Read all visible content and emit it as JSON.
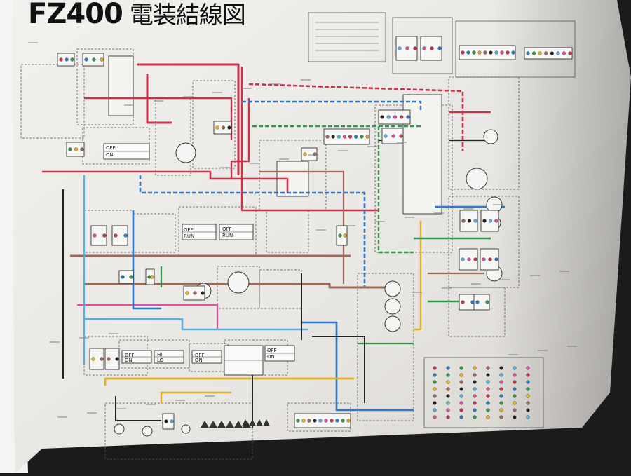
{
  "page": {
    "title_prefix": "FZ400",
    "title_main": "電装結線図"
  },
  "labels": {
    "off": "OFF",
    "on": "ON",
    "run": "RUN",
    "hi": "HI",
    "lo": "LO"
  },
  "colors": {
    "paper": "#ecebe8",
    "red": "#c8324a",
    "blue": "#2f78c8",
    "brown": "#a06a5a",
    "green": "#2e9a4a",
    "yellow": "#e0b020",
    "black": "#222222",
    "sky": "#58aee0",
    "pink": "#e050a0"
  },
  "photo": {
    "subject": "photographed printed motorcycle wiring diagram page"
  }
}
